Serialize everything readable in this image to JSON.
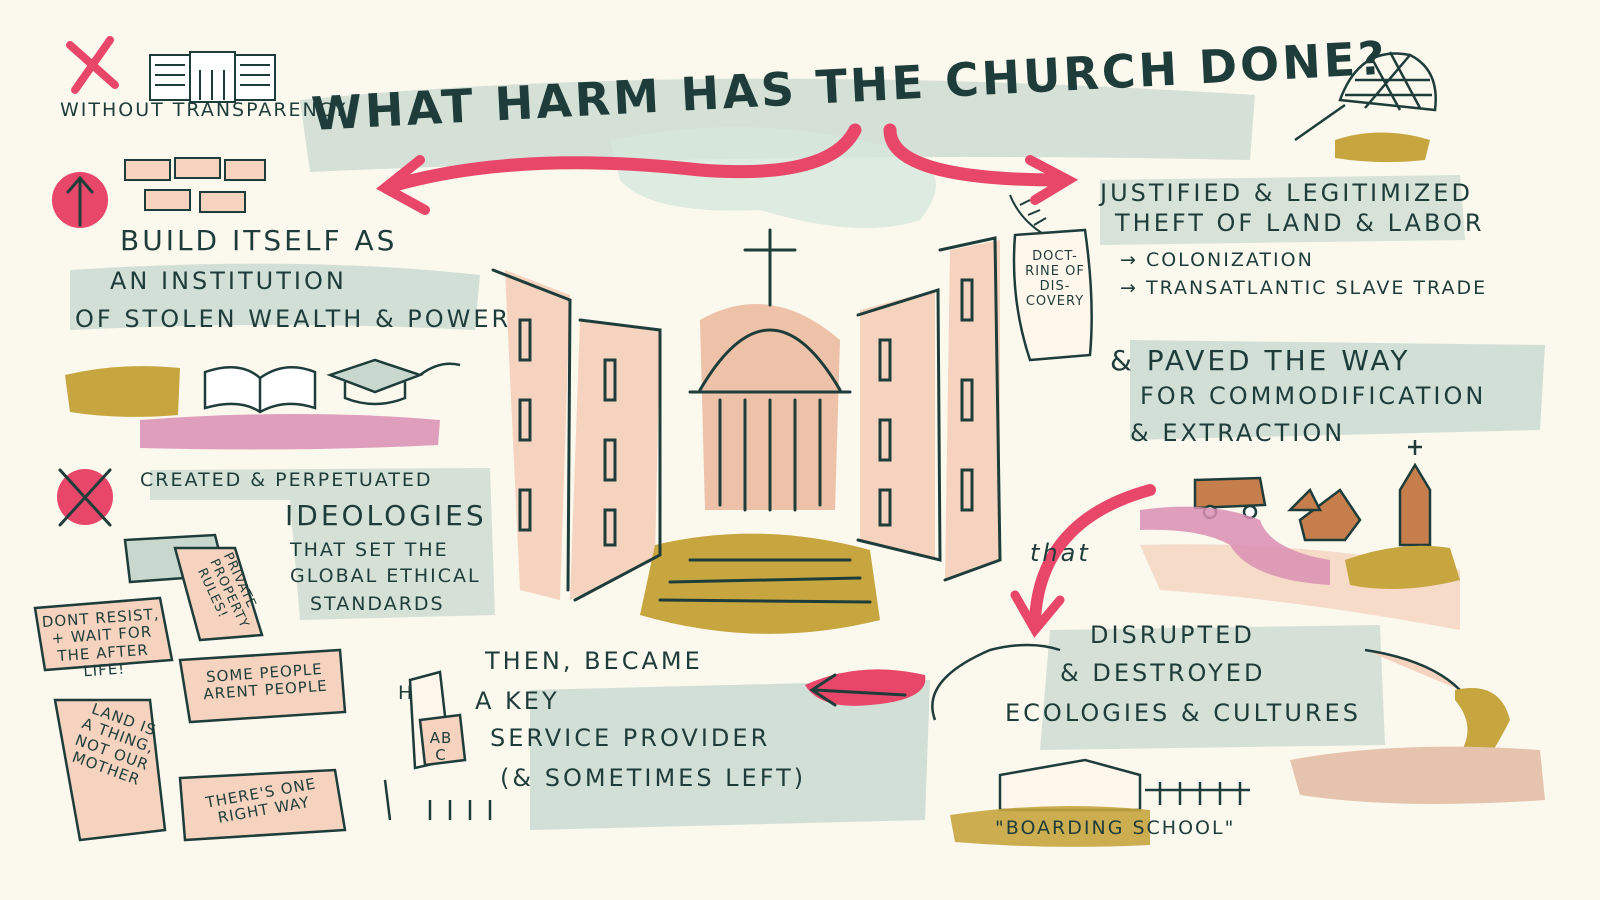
{
  "title": "WHAT HARM has the CHURCH DONE?",
  "left": {
    "transparency": "WITHOUT TRANSPARENCY",
    "build": [
      "BUILD itself as",
      "AN INSTITUTION",
      "OF STOLEN WEALTH & POWER"
    ],
    "ideologies": [
      "CREATED & PERPETUATED",
      "IDEOLOGIES",
      "THAT SET the",
      "GLOBAL ETHICAL",
      "STANDARDS"
    ],
    "scroll_rules": "PRIVATE PROPERTY RULES!",
    "notes": [
      "DONT RESIST, + WAIT FOR the AFTER LIFE!",
      "SOME PEOPLE ARENT PEOPLE",
      "LAND is a THING, NOT OUR MOTHER",
      "THERE'S ONE RIGHT WAY"
    ]
  },
  "right": {
    "justified": [
      "JUSTIFIED & LEGITIMIZED",
      "THEFT of LAND & LABOR"
    ],
    "results": [
      "→ COLONIZATION",
      "→ TRANSATLANTIC SLAVE TRADE"
    ],
    "doctrine": "DOCT-RINE of DIS-COVERY",
    "paved": [
      "& PAVED the WAY",
      "FOR COMMODIFICATION",
      "& EXTRACTION"
    ],
    "that": "that",
    "disrupted": [
      "DISRUPTED",
      "& DESTROYED",
      "ECOLOGIES & CULTURES"
    ],
    "boarding": "\"BOARDING SCHOOL\""
  },
  "bottom": {
    "then": [
      "THEN, BECAME",
      "a KEY",
      "SERVICE PROVIDER",
      "(& SOMETIMES LEFT)"
    ],
    "abc": "AB C",
    "h": "H"
  },
  "colors": {
    "ink": "#1e3d3a",
    "pink": "#e8476a",
    "sage": "#c8d8cf",
    "peach": "#f6d3bf",
    "mustard": "#c7a53f",
    "mauve": "#d98fb3"
  }
}
